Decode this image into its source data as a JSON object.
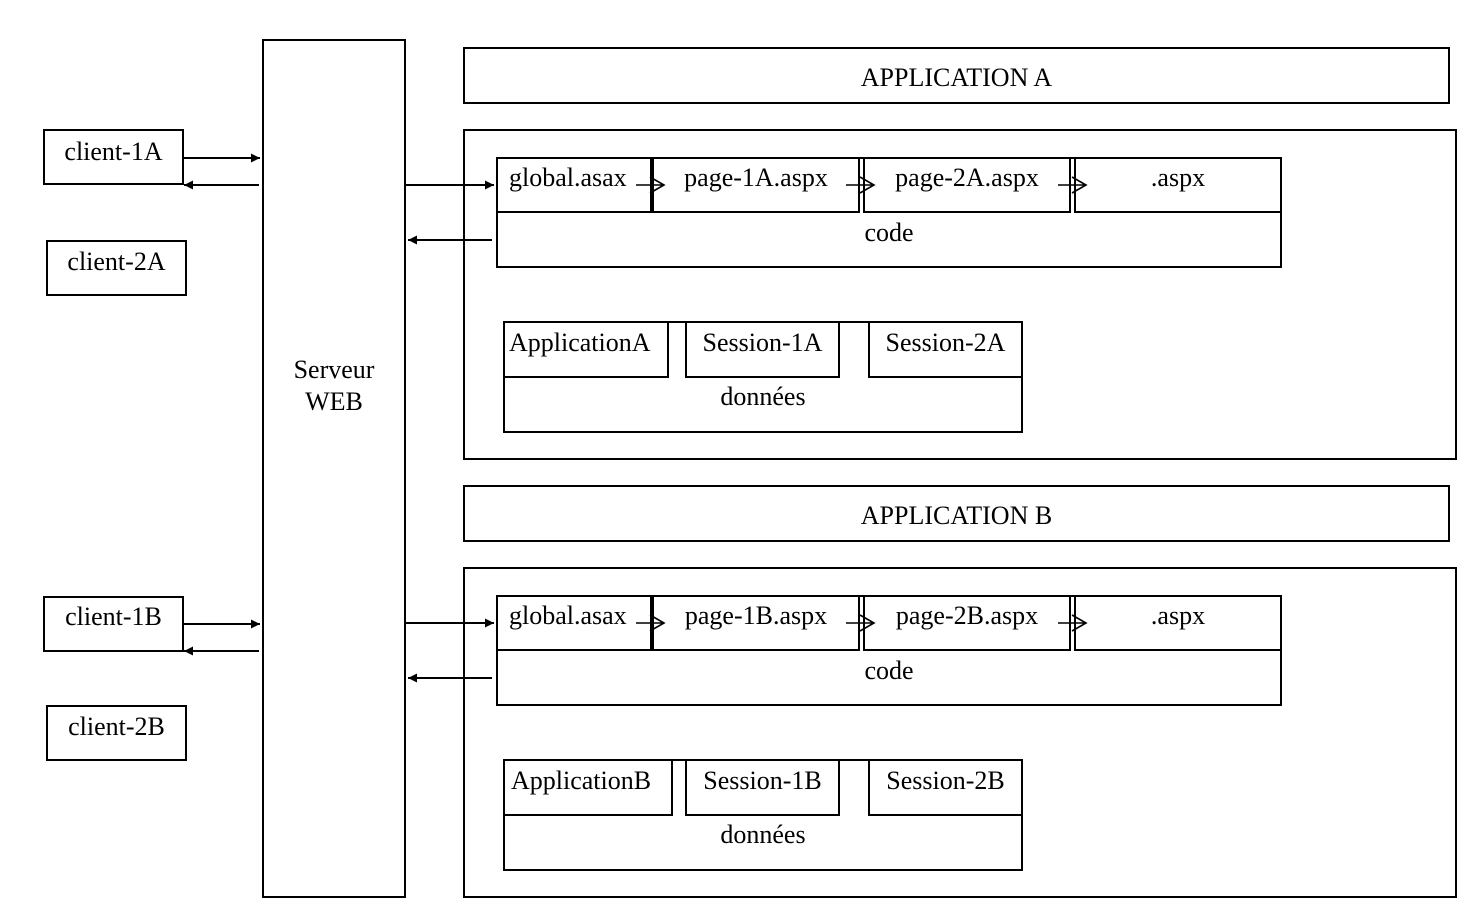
{
  "server": {
    "line1": "Serveur",
    "line2": "WEB"
  },
  "clients": {
    "c1a": "client-1A",
    "c2a": "client-2A",
    "c1b": "client-1B",
    "c2b": "client-2B"
  },
  "app_a": {
    "title": "APPLICATION A",
    "code_files": [
      "global.asax",
      "page-1A.aspx",
      "page-2A.aspx",
      ".aspx"
    ],
    "code_label": "code",
    "data_items": [
      "ApplicationA",
      "Session-1A",
      "Session-2A"
    ],
    "data_label": "données"
  },
  "app_b": {
    "title": "APPLICATION B",
    "code_files": [
      "global.asax",
      "page-1B.aspx",
      "page-2B.aspx",
      ".aspx"
    ],
    "code_label": "code",
    "data_items": [
      "ApplicationB",
      "Session-1B",
      "Session-2B"
    ],
    "data_label": "données"
  }
}
